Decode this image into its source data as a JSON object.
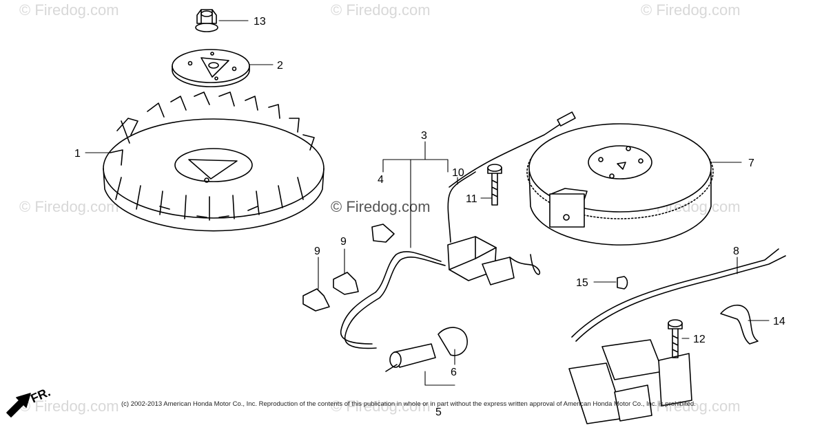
{
  "watermark": {
    "text": "© Firedog.com"
  },
  "center_watermark": {
    "text": "© Firedog.com"
  },
  "copyright": "(c) 2002-2013 American Honda Motor Co., Inc. Reproduction of the contents of this publication in whole or in part without the express written approval of American Honda Motor Co., Inc. is prohibited.",
  "direction": {
    "label": "FR."
  },
  "callouts": {
    "c13": "13",
    "c2": "2",
    "c1": "1",
    "c3": "3",
    "c10": "10",
    "c4": "4",
    "c11": "11",
    "c7": "7",
    "c9a": "9",
    "c9b": "9",
    "c15": "15",
    "c8": "8",
    "c14": "14",
    "c12": "12",
    "c6": "6",
    "c5": "5"
  }
}
